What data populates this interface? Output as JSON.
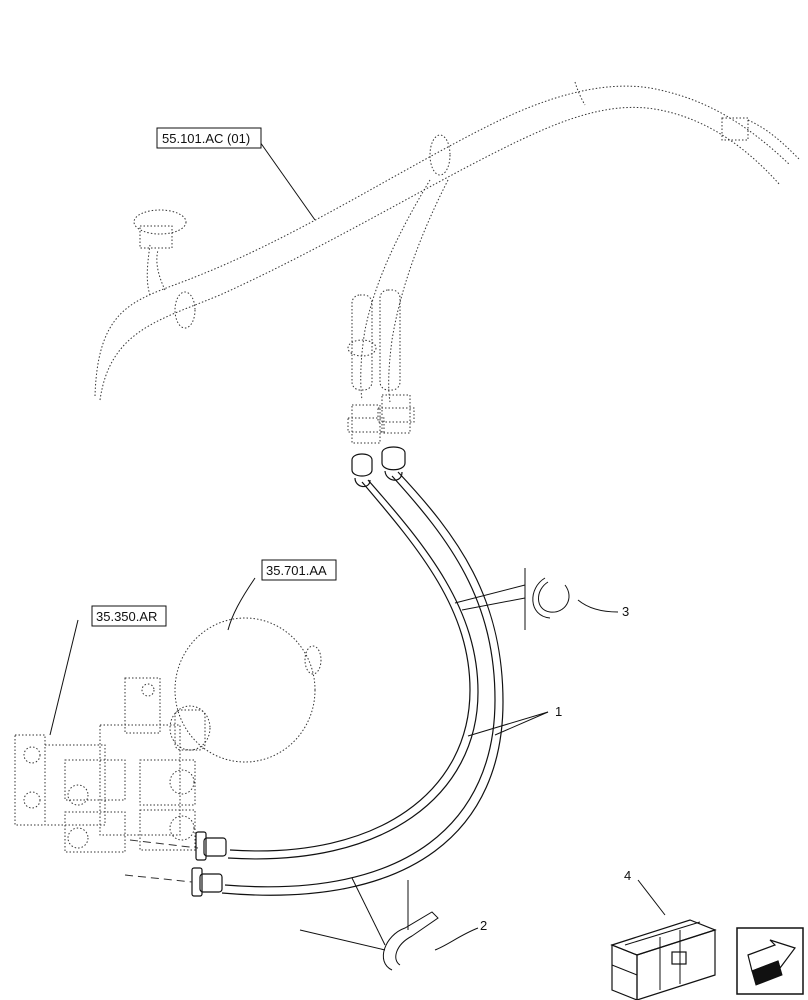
{
  "references": {
    "harness_ref": "55.101.AC (01)",
    "accumulator_ref": "35.701.AA",
    "valve_block_ref": "35.350.AR"
  },
  "callouts": {
    "hose": "1",
    "strap": "2",
    "clip": "3",
    "kit": "4"
  },
  "icons": {
    "nav": "next-page-arrow-icon"
  }
}
